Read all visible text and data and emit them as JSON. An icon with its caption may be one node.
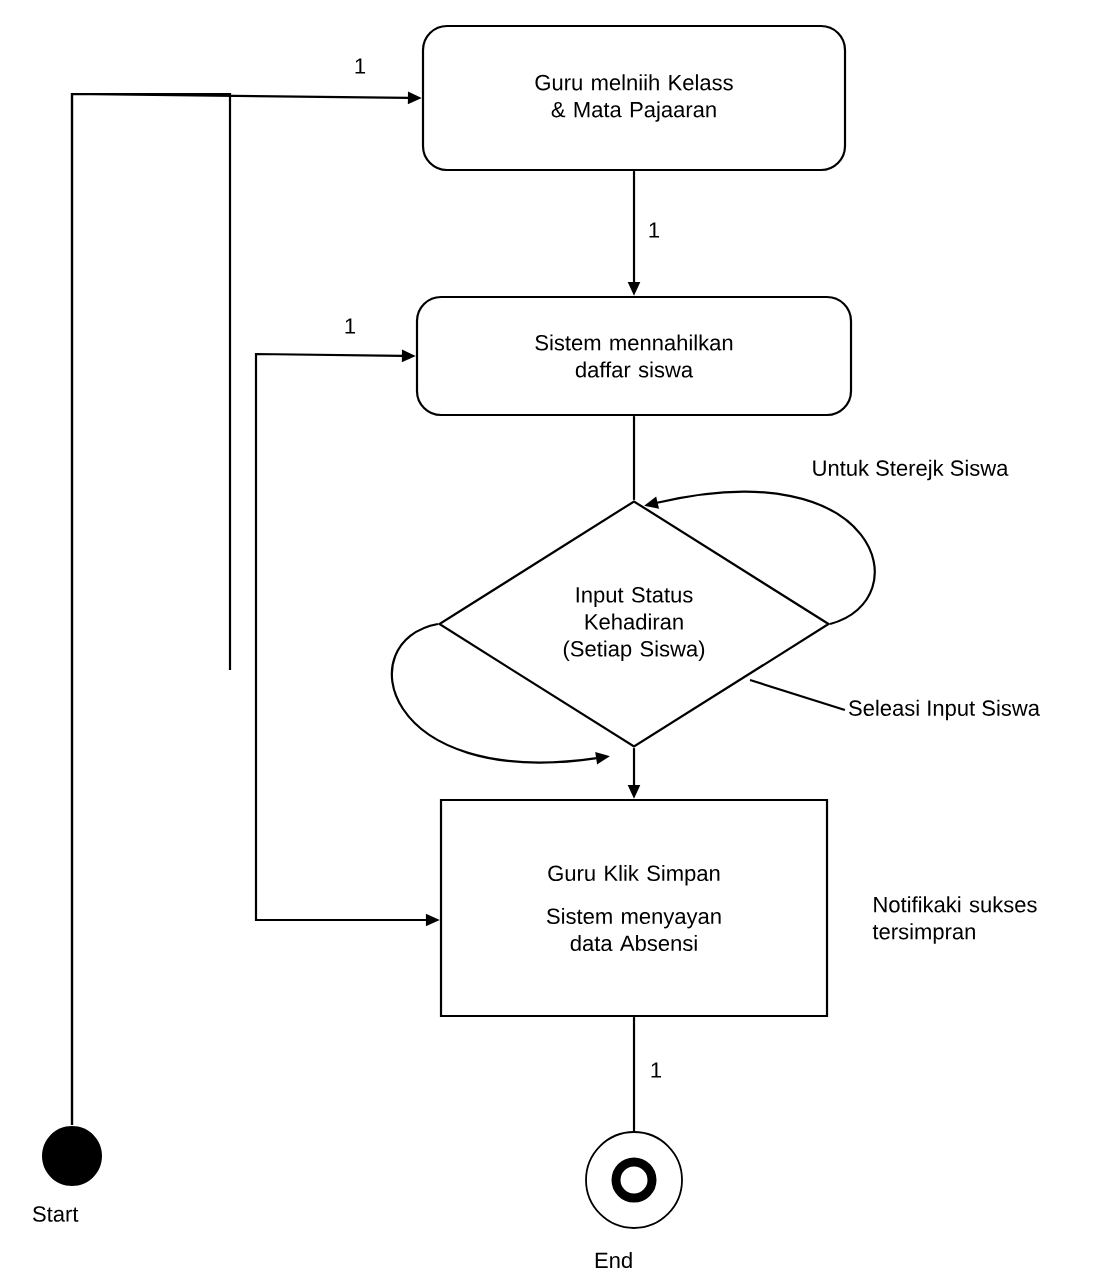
{
  "diagram": {
    "nodes": [
      {
        "text": [],
        "shape": "circle",
        "beside": [
          "Start"
        ]
      },
      {
        "text": [
          "Guru melniih Kelass & Mata Pajaaran"
        ]
      },
      {
        "text": [
          "Sistem mennahilkan daffar siswa"
        ]
      },
      {
        "text": [
          "Input Status Kehadiran (Setiap Siswa)"
        ]
      },
      {
        "text": [
          "Guru Klik Simpan",
          "Sistem menyayan data Absensi"
        ],
        "beside": [
          "Notifikaki sukses tersimpran"
        ]
      },
      {
        "text": [],
        "shape": "circle",
        "beside": [
          "End"
        ]
      },
      {
        "text": [
          "Seleasi Input Siswa"
        ]
      }
    ],
    "edges": [
      {
        "from": 0,
        "to": 1,
        "arrow": "to",
        "label": "1"
      },
      {
        "from": 0,
        "to": null,
        "arrow": "none"
      },
      {
        "from": 1,
        "to": 2,
        "arrow": "to",
        "label": "1"
      },
      {
        "from": 4,
        "to": 2,
        "arrow": "both",
        "label": "1"
      },
      {
        "from": 2,
        "to": 3,
        "arrow": "none"
      },
      {
        "from": 3,
        "to": 3,
        "arrow": "to",
        "label": "Untuk Sterejk Siswa"
      },
      {
        "from": 3,
        "to": 3,
        "arrow": "to"
      },
      {
        "from": 3,
        "to": 4,
        "arrow": "to"
      },
      {
        "from": 4,
        "to": 5,
        "arrow": "none",
        "label": "1"
      },
      {
        "from": 6,
        "to": 3,
        "arrow": "none"
      }
    ]
  }
}
